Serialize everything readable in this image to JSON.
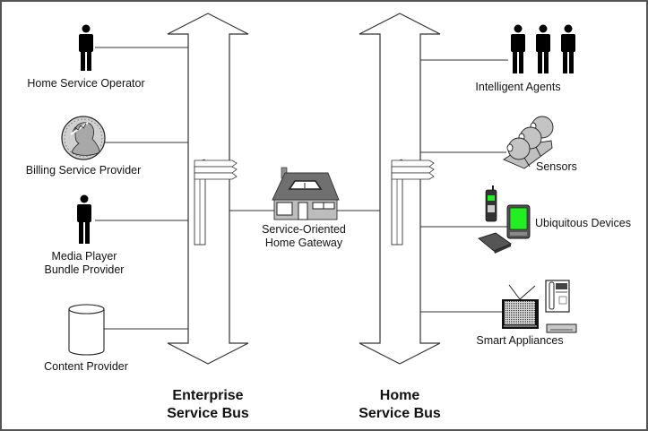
{
  "diagram": {
    "buses": [
      {
        "id": "enterprise",
        "label_lines": [
          "Enterprise",
          "Service Bus"
        ]
      },
      {
        "id": "home",
        "label_lines": [
          "Home",
          "Service Bus"
        ]
      }
    ],
    "gateway": {
      "label_lines": [
        "Service-Oriented",
        "Home Gateway"
      ],
      "icon": "house-icon"
    },
    "enterprise_nodes": [
      {
        "label_lines": [
          "Home Service Operator"
        ],
        "icon": "person-icon"
      },
      {
        "label_lines": [
          "Billing Service Provider"
        ],
        "icon": "coin-icon"
      },
      {
        "label_lines": [
          "Media Player",
          "Bundle Provider"
        ],
        "icon": "person-icon"
      },
      {
        "label_lines": [
          "Content Provider"
        ],
        "icon": "database-cylinder-icon"
      }
    ],
    "home_nodes": [
      {
        "label_lines": [
          "Intelligent Agents"
        ],
        "icon": "people-group-icon"
      },
      {
        "label_lines": [
          "Sensors"
        ],
        "icon": "camera-sensors-icon"
      },
      {
        "label_lines": [
          "Ubiquitous Devices"
        ],
        "icon": "mobile-devices-icon"
      },
      {
        "label_lines": [
          "Smart Appliances"
        ],
        "icon": "tv-appliances-icon"
      }
    ],
    "colors": {
      "line": "#333333",
      "coin": "#c8c8c8",
      "roof": "#707070",
      "house_wall": "#bdbdbd",
      "sensor": "#c0c0c0",
      "pda_screen": "#22ee22"
    }
  }
}
